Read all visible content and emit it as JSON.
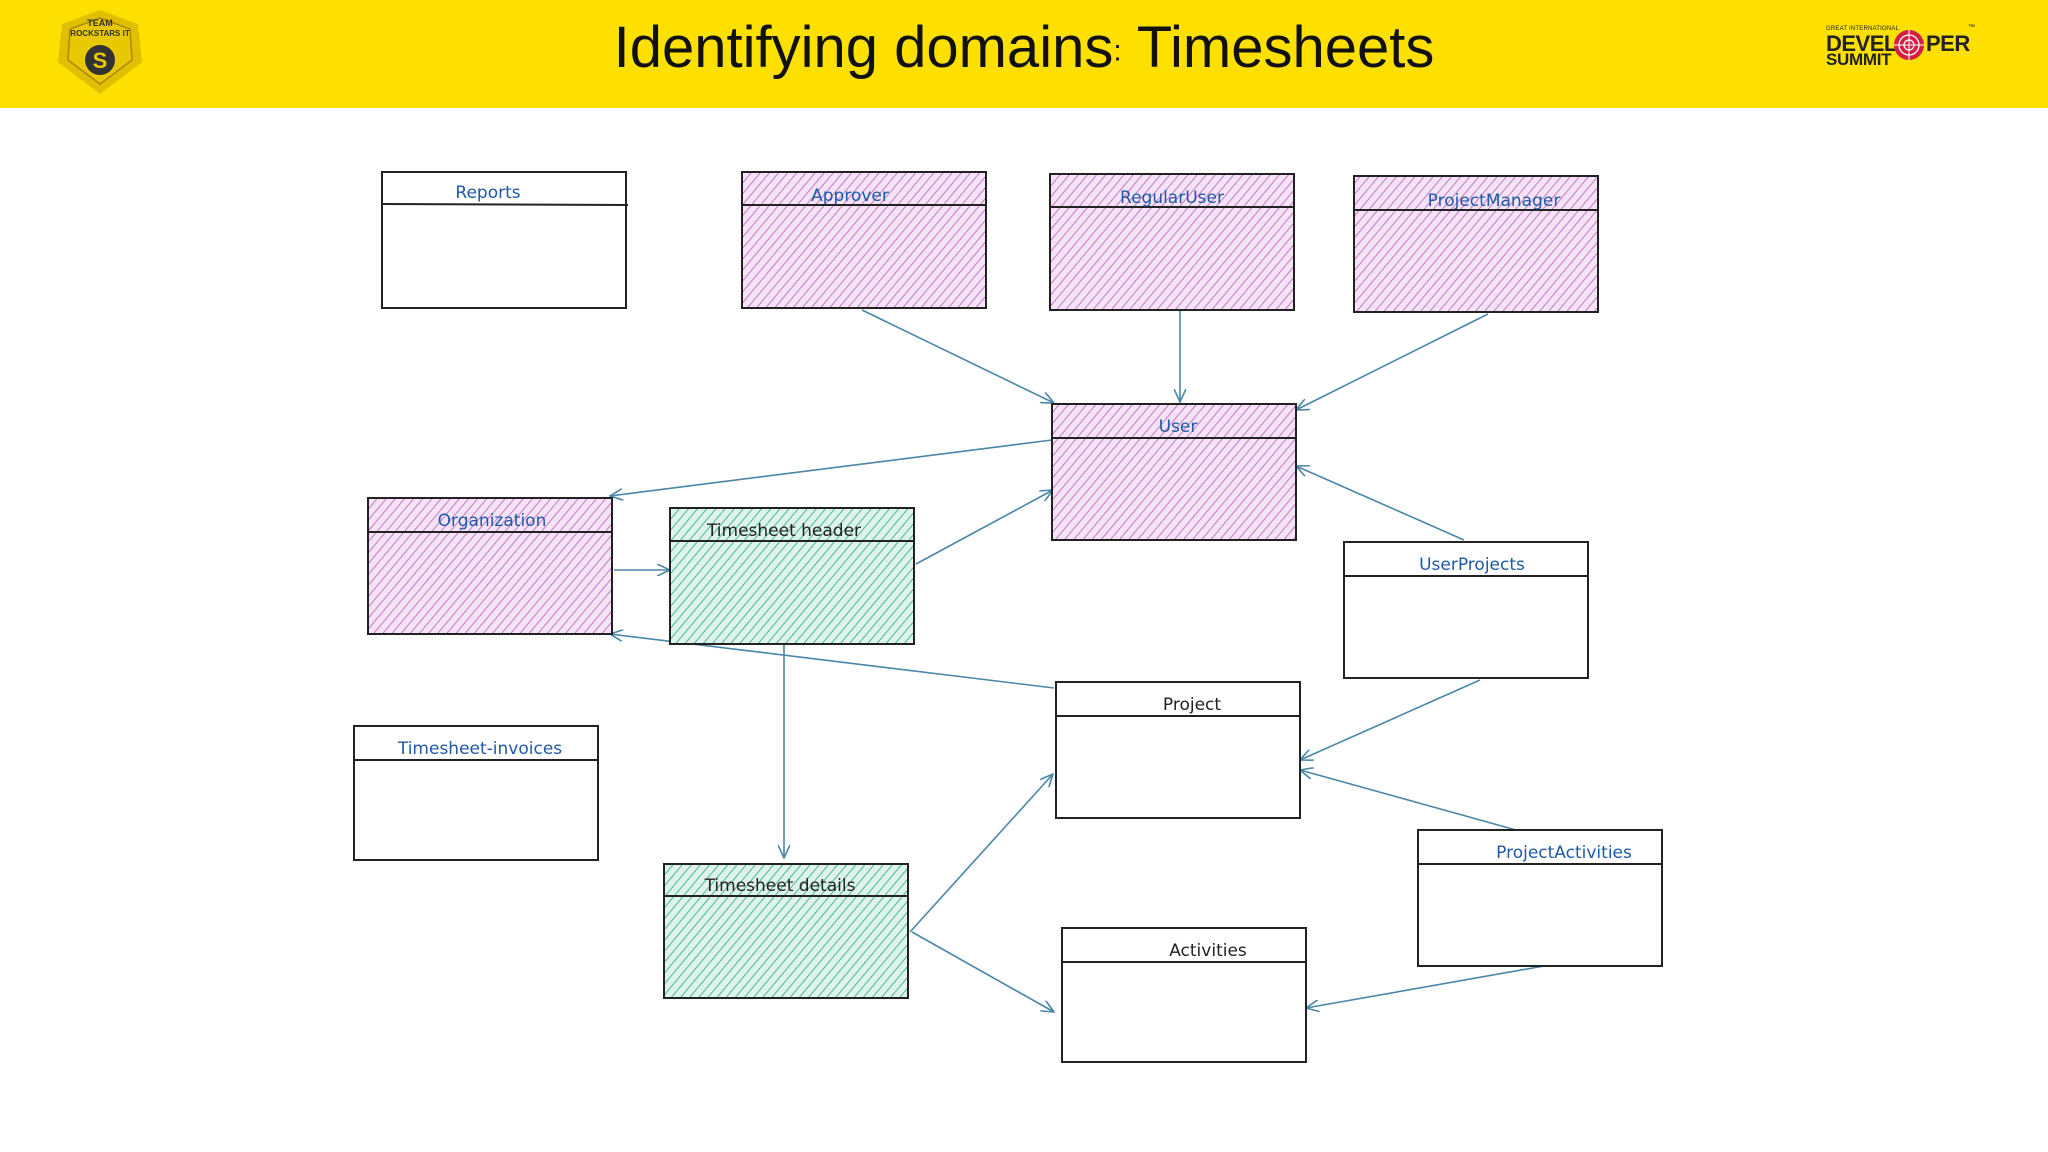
{
  "slide": {
    "title_main": "Identifying domains",
    "title_colon": ":",
    "title_rest": "Timesheets"
  },
  "logo_left": {
    "line1": "TEAM",
    "line2": "ROCKSTARS IT",
    "mark": "S"
  },
  "logo_right": {
    "small": "GREAT INTERNATIONAL",
    "word1_a": "DEVEL",
    "word1_b": "PER",
    "word2": "SUMMIT",
    "tm": "™"
  },
  "colors": {
    "bar": "#fde000",
    "purple": "#cc66cc",
    "green": "#2eb38a",
    "arrow": "#4a86a8",
    "blue_text": "#1f5aa6",
    "dark_text": "#222222"
  },
  "diagram": {
    "entities": {
      "reports": "Reports",
      "approver": "Approver",
      "regularuser": "RegularUser",
      "projectmanager": "ProjectManager",
      "user": "User",
      "organization": "Organization",
      "timesheetheader": "Timesheet header",
      "userprojects": "UserProjects",
      "project": "Project",
      "timesheetinvoices": "Timesheet-invoices",
      "timesheetdetails": "Timesheet details",
      "projectactivities": "ProjectActivities",
      "activities": "Activities"
    }
  }
}
